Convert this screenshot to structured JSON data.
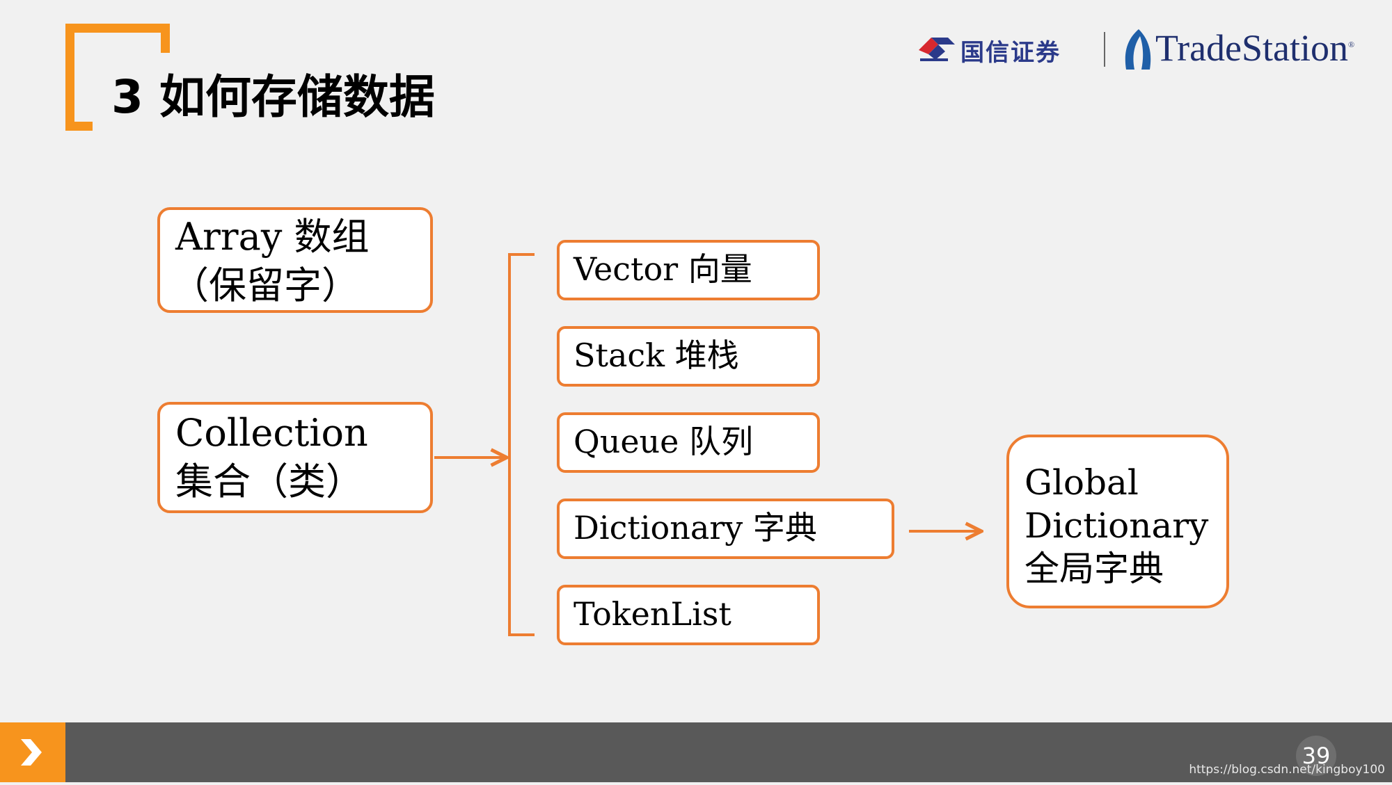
{
  "slide": {
    "title": "3 如何存储数据",
    "page_number": "39",
    "watermark": "https://blog.csdn.net/kingboy100"
  },
  "branding": {
    "guosen_name": "国信证券",
    "tradestation_name": "TradeStation",
    "tradestation_reg": "®",
    "accent_color": "#f7941d",
    "box_border_color": "#ed7d31",
    "guosen_color": "#2b3a8a"
  },
  "diagram": {
    "array_box": {
      "line1": "Array 数组",
      "line2": "（保留字）"
    },
    "collection_box": {
      "line1": "Collection",
      "line2": "集合（类）"
    },
    "collection_types": [
      {
        "label": "Vector 向量"
      },
      {
        "label": "Stack 堆栈"
      },
      {
        "label": "Queue 队列"
      },
      {
        "label": "Dictionary 字典"
      },
      {
        "label": "TokenList"
      }
    ],
    "global_box": {
      "line1": "Global",
      "line2": "Dictionary",
      "line3": "全局字典"
    }
  },
  "icons": {
    "footer": "chevron-right-icon",
    "guosen_logo": "guosen-logo-icon",
    "tradestation_logo": "tradestation-logo-icon"
  }
}
